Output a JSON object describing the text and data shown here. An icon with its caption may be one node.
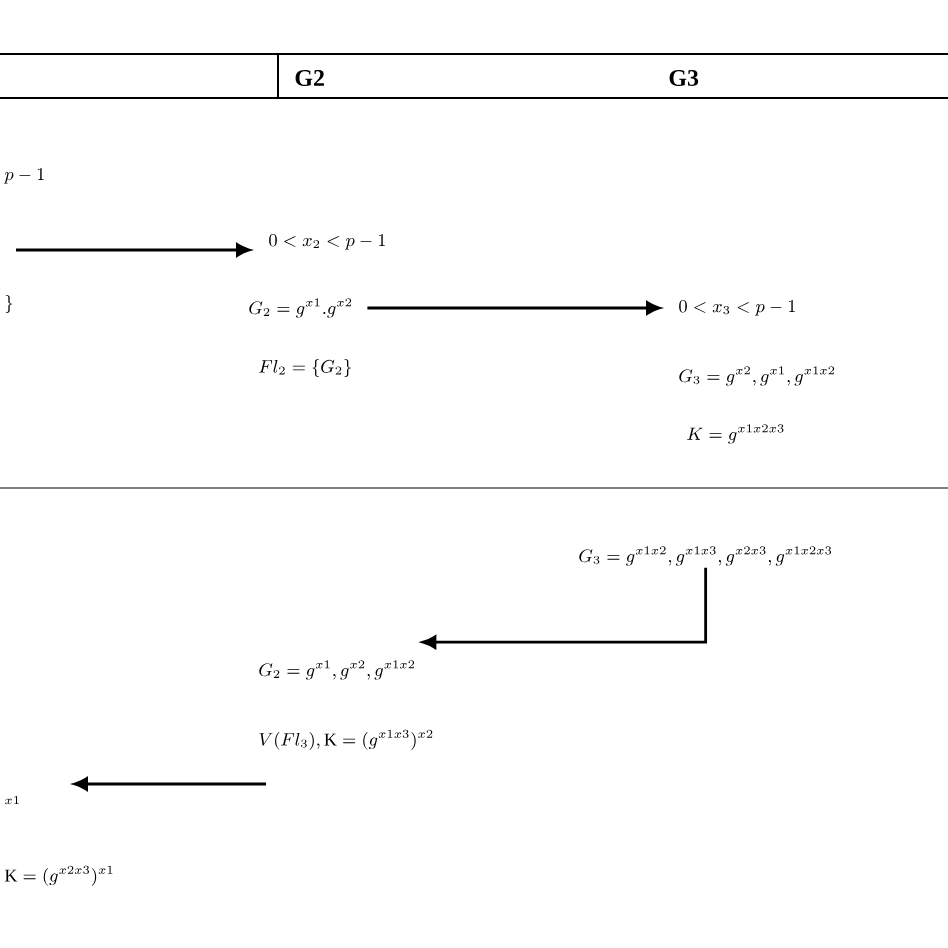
{
  "diagram": {
    "nodes": [
      {
        "text": [
          "0<x_2<p-1"
        ]
      },
      {
        "text": [
          "G_2 = g^{x1}.g^{x2}"
        ]
      },
      {
        "text": [
          "0<x_3<p-1"
        ]
      },
      {
        "text": [
          "G_3 = g^{x1x2}, g^{x1x3}, g^{x2x3}, g^{x1x2x3}"
        ]
      },
      {
        "text": [
          "G_2 = g^{x1}, g^{x2}, g^{x1x2}"
        ]
      },
      {
        "text": [
          "V(Fl_3), \\mathrm{K} = (g^{x1x3})^{x2}"
        ]
      }
    ],
    "edges": [
      {
        "from": null,
        "to": 0,
        "arrow": "to"
      },
      {
        "from": 1,
        "to": 2,
        "arrow": "to"
      },
      {
        "from": 3,
        "to": 4,
        "arrow": "to"
      },
      {
        "from": 5,
        "to": null,
        "arrow": "to"
      }
    ],
    "labels": [
      "G2",
      "G3",
      "p-1",
      "\\}",
      "Fl_2 = \\{G_2\\}",
      "G_3 = g^{x2}, g^{x1}, g^{x1x2}",
      "K = g^{x1x2x3}",
      "^{x1}",
      "\\mathrm{K} = (g^{x2x3})^{x1}"
    ]
  }
}
